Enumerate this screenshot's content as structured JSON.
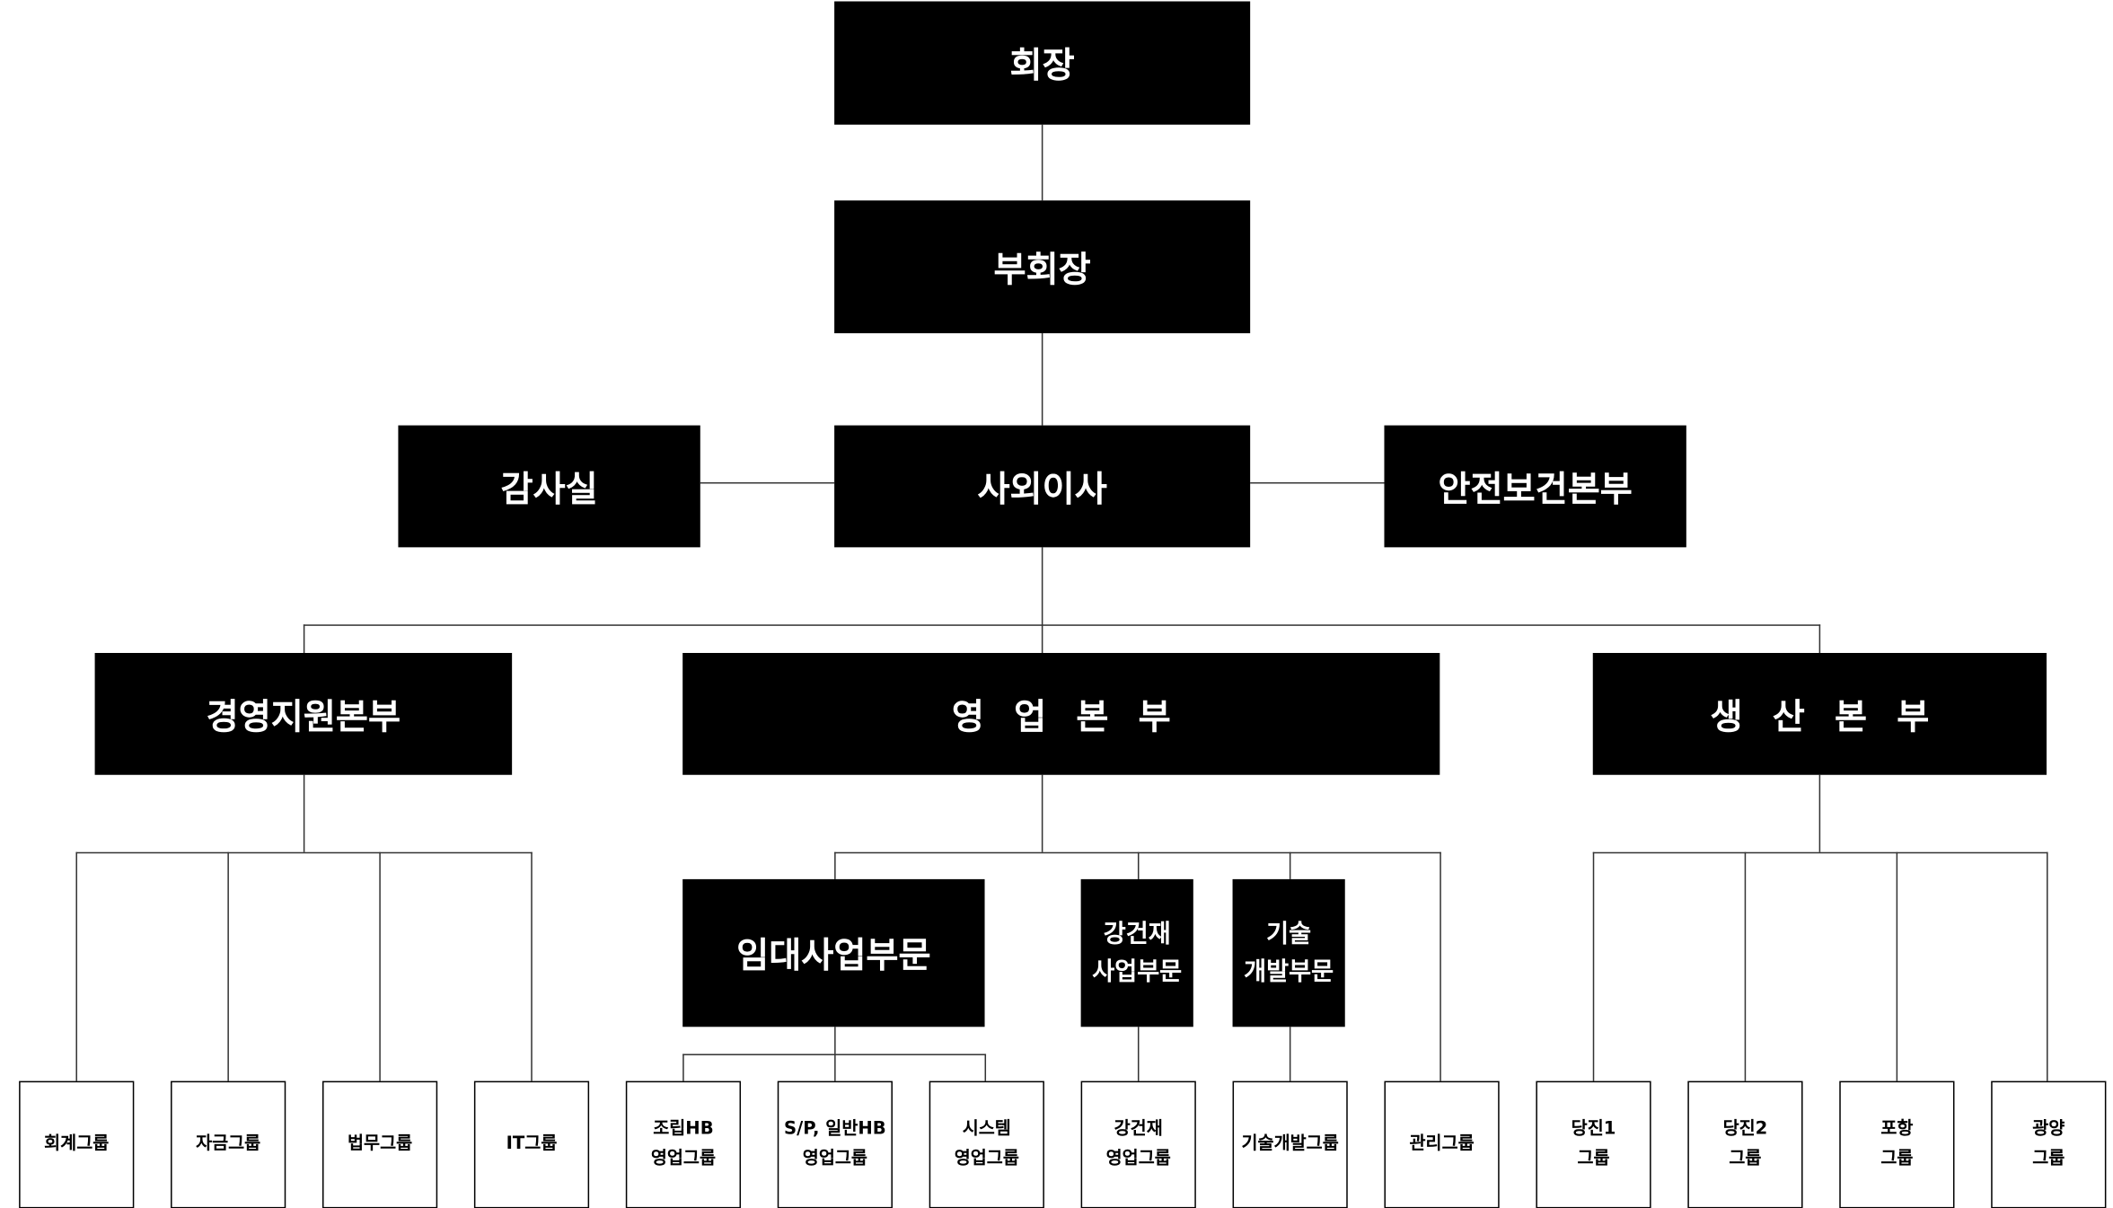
{
  "chairman": "회장",
  "vice_chairman": "부회장",
  "audit": "감사실",
  "outside_director": "사외이사",
  "safety": "안전보건본부",
  "divisions": {
    "management": "경영지원본부",
    "sales": "영업본부",
    "production": "생산본부"
  },
  "sales_units": {
    "rental": "임대사업부문",
    "steel_line1": "강건재",
    "steel_line2": "사업부문",
    "tech_line1": "기술",
    "tech_line2": "개발부문"
  },
  "groups": [
    {
      "l1": "회계그룹"
    },
    {
      "l1": "자금그룹"
    },
    {
      "l1": "법무그룹"
    },
    {
      "l1": "IT그룹"
    },
    {
      "l1": "조립HB",
      "l2": "영업그룹"
    },
    {
      "l1": "S/P, 일반HB",
      "l2": "영업그룹"
    },
    {
      "l1": "시스템",
      "l2": "영업그룹"
    },
    {
      "l1": "강건재",
      "l2": "영업그룹"
    },
    {
      "l1": "기술개발그룹"
    },
    {
      "l1": "관리그룹"
    },
    {
      "l1": "당진1",
      "l2": "그룹"
    },
    {
      "l1": "당진2",
      "l2": "그룹"
    },
    {
      "l1": "포항",
      "l2": "그룹"
    },
    {
      "l1": "광양",
      "l2": "그룹"
    }
  ]
}
